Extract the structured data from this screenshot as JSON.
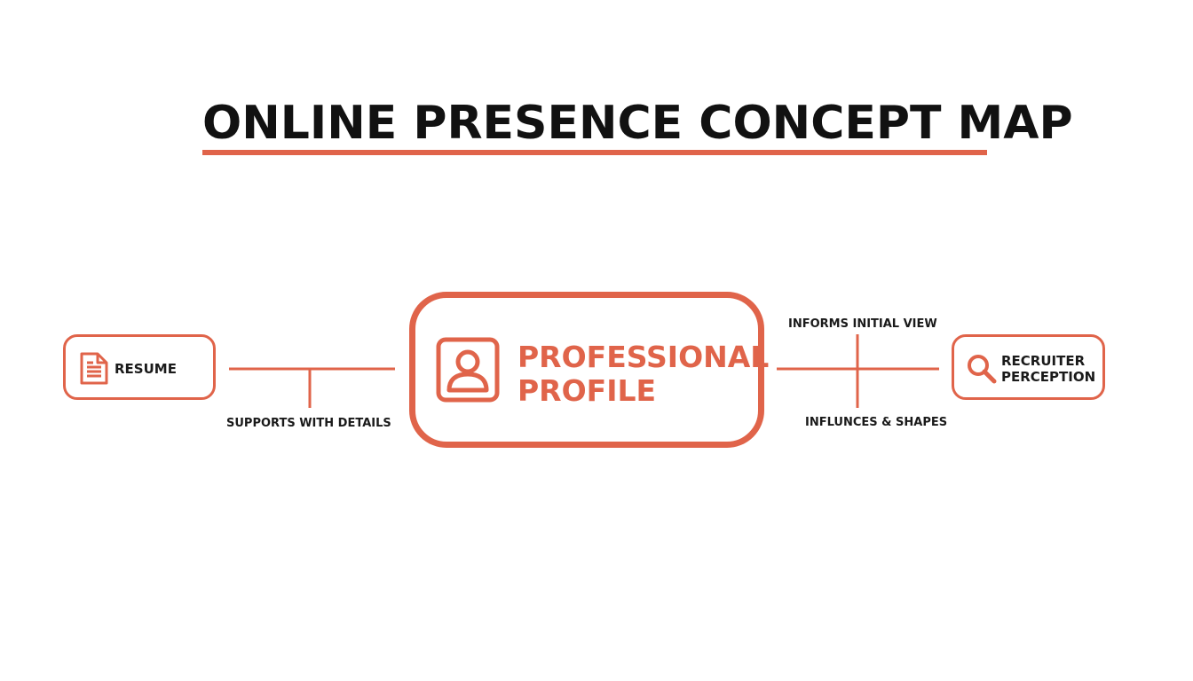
{
  "title": "ONLINE PRESENCE CONCEPT MAP",
  "colors": {
    "accent": "#e0644a",
    "text": "#111111",
    "background": "#ffffff"
  },
  "nodes": {
    "resume": {
      "label": "RESUME",
      "icon": "document-icon"
    },
    "profile": {
      "line1": "PROFESSIONAL",
      "line2": "PROFILE",
      "icon": "user-profile-icon"
    },
    "recruiter": {
      "line1": "RECRUITER",
      "line2": "PERCEPTION",
      "icon": "search-icon"
    }
  },
  "edges": {
    "supports": "SUPPORTS WITH DETAILS",
    "informs": "INFORMS INITIAL VIEW",
    "influences": "INFLUNCES & SHAPES"
  }
}
